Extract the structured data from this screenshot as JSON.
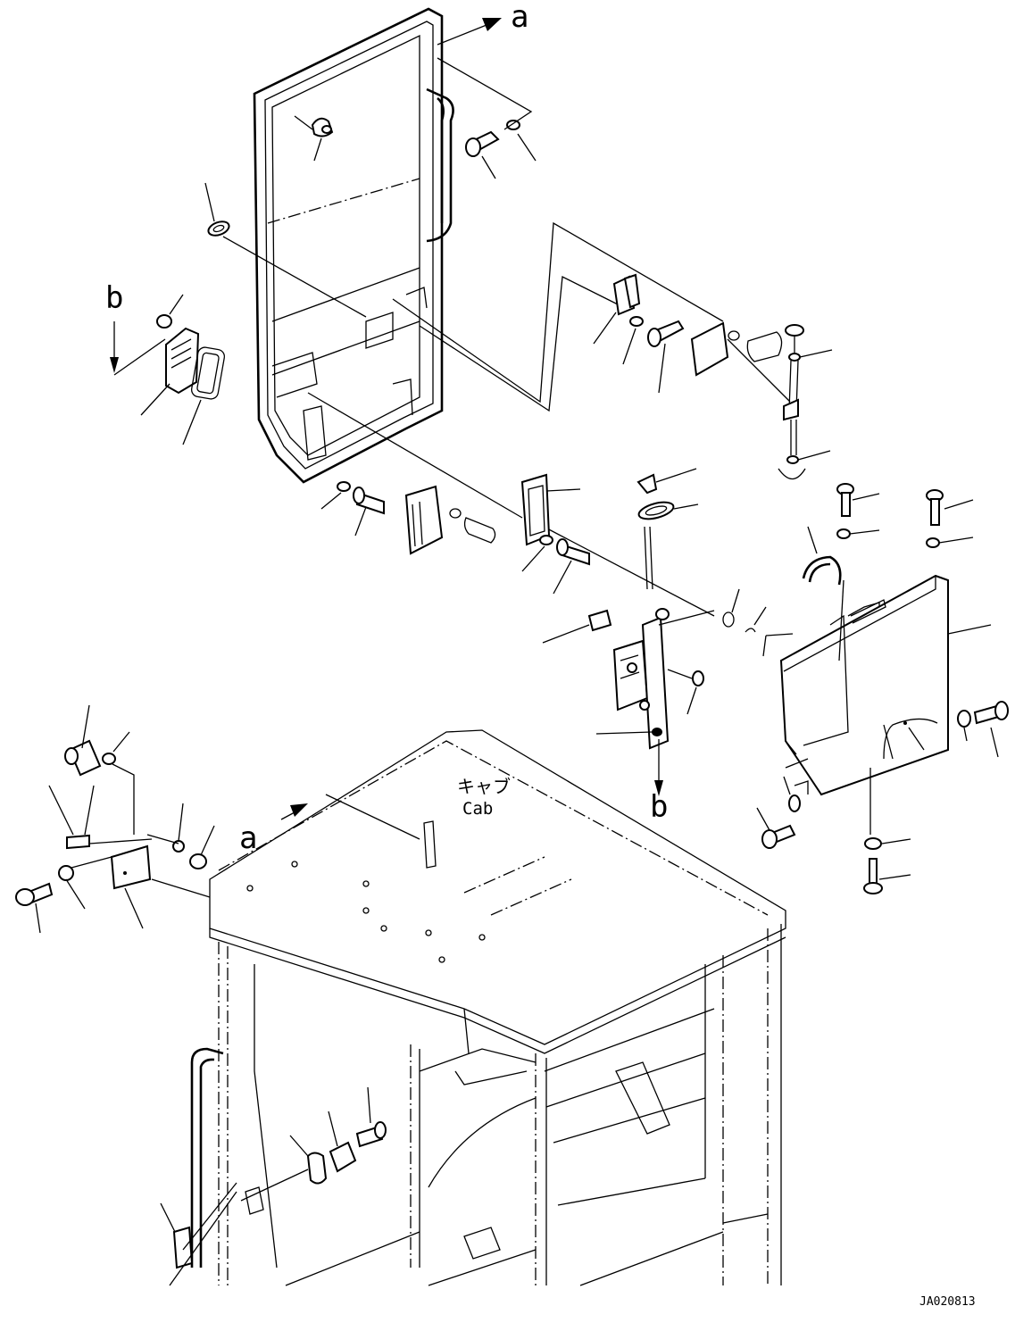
{
  "labels": {
    "ref_a_top": "a",
    "ref_b_left": "b",
    "ref_b_mid": "b",
    "ref_a_cab": "a",
    "cab_japanese": "キャブ",
    "cab_english": "Cab",
    "drawing_code": "JA020813"
  }
}
